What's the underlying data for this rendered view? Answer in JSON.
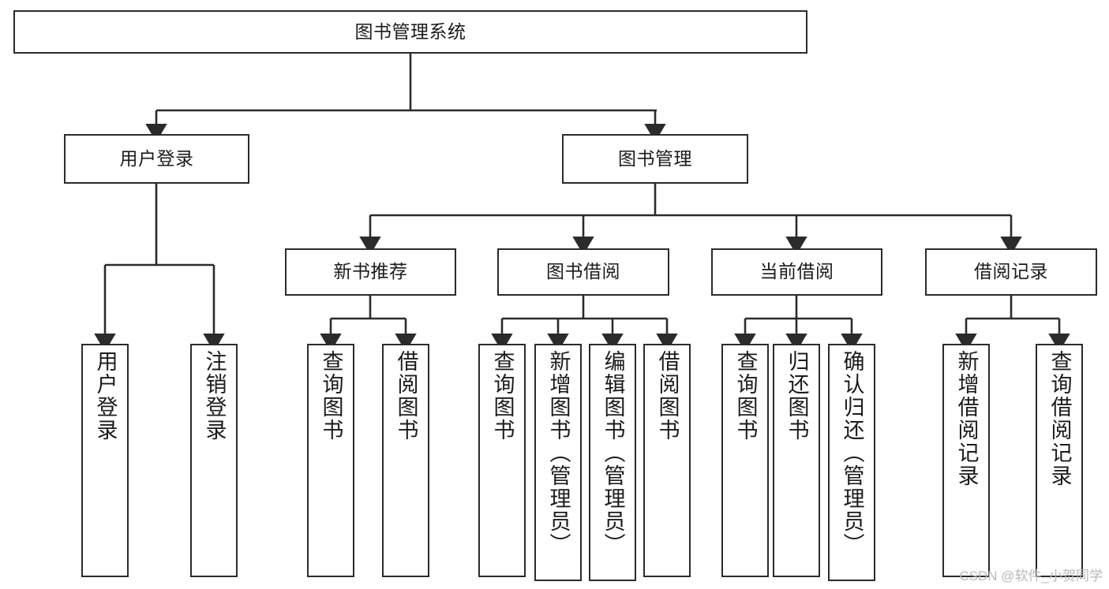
{
  "diagram": {
    "title": "图书管理系统",
    "type": "tree",
    "watermark": "CSDN @软件_小贺同学",
    "colors": {
      "stroke": "#2b2b2b",
      "fill": "#ffffff",
      "text": "#1b1b1b",
      "watermark": "#b9b9b9"
    },
    "nodes": {
      "root": {
        "label": "图书管理系统"
      },
      "level2": [
        {
          "id": "user-login",
          "label": "用户登录"
        },
        {
          "id": "book-manage",
          "label": "图书管理"
        }
      ],
      "level3": [
        {
          "id": "new-book-recommend",
          "label": "新书推荐"
        },
        {
          "id": "book-borrow",
          "label": "图书借阅"
        },
        {
          "id": "current-borrow",
          "label": "当前借阅"
        },
        {
          "id": "borrow-record",
          "label": "借阅记录"
        }
      ],
      "leaves": {
        "user_login": [
          {
            "id": "leaf-user-login",
            "label": "用户登录"
          },
          {
            "id": "leaf-logout-login",
            "label": "注销登录"
          }
        ],
        "new_book_recommend": [
          {
            "id": "leaf-query-book-1",
            "label": "查询图书"
          },
          {
            "id": "leaf-borrow-book-1",
            "label": "借阅图书"
          }
        ],
        "book_borrow": [
          {
            "id": "leaf-query-book-2",
            "label": "查询图书"
          },
          {
            "id": "leaf-add-book",
            "label": "新增图书（管理员）"
          },
          {
            "id": "leaf-edit-book",
            "label": "编辑图书（管理员）"
          },
          {
            "id": "leaf-borrow-book-2",
            "label": "借阅图书"
          }
        ],
        "current_borrow": [
          {
            "id": "leaf-query-book-3",
            "label": "查询图书"
          },
          {
            "id": "leaf-return-book",
            "label": "归还图书"
          },
          {
            "id": "leaf-confirm-return",
            "label": "确认归还（管理员）"
          }
        ],
        "borrow_record": [
          {
            "id": "leaf-add-record",
            "label": "新增借阅记录"
          },
          {
            "id": "leaf-query-record",
            "label": "查询借阅记录"
          }
        ]
      }
    }
  }
}
